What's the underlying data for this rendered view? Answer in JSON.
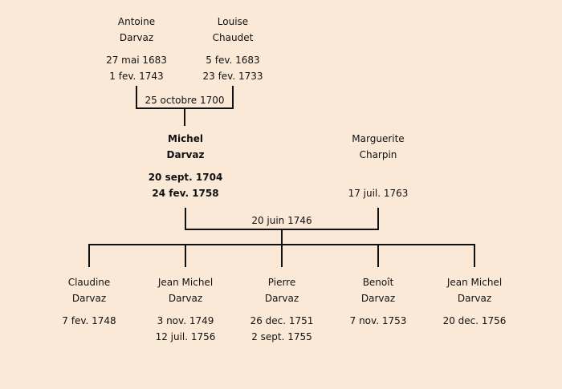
{
  "parents": {
    "father": {
      "first": "Antoine",
      "last": "Darvaz",
      "birth": "27 mai 1683",
      "death": "1 fev. 1743"
    },
    "mother": {
      "first": "Louise",
      "last": "Chaudet",
      "birth": "5 fev. 1683",
      "death": "23 fev. 1733"
    },
    "marriage": "25 octobre 1700"
  },
  "couple": {
    "husband": {
      "first": "Michel",
      "last": "Darvaz",
      "birth": "20 sept. 1704",
      "death": "24 fev. 1758"
    },
    "wife": {
      "first": "Marguerite",
      "last": "Charpin",
      "death": "17 juil. 1763"
    },
    "marriage": "20 juin 1746"
  },
  "children": [
    {
      "first": "Claudine",
      "last": "Darvaz",
      "birth": "7 fev. 1748"
    },
    {
      "first": "Jean Michel",
      "last": "Darvaz",
      "birth": "3 nov. 1749",
      "death": "12 juil. 1756"
    },
    {
      "first": "Pierre",
      "last": "Darvaz",
      "birth": "26 dec. 1751",
      "death": "2 sept. 1755"
    },
    {
      "first": "Benoît",
      "last": "Darvaz",
      "birth": "7 nov. 1753"
    },
    {
      "first": "Jean Michel",
      "last": "Darvaz",
      "birth": "20 dec. 1756"
    }
  ]
}
